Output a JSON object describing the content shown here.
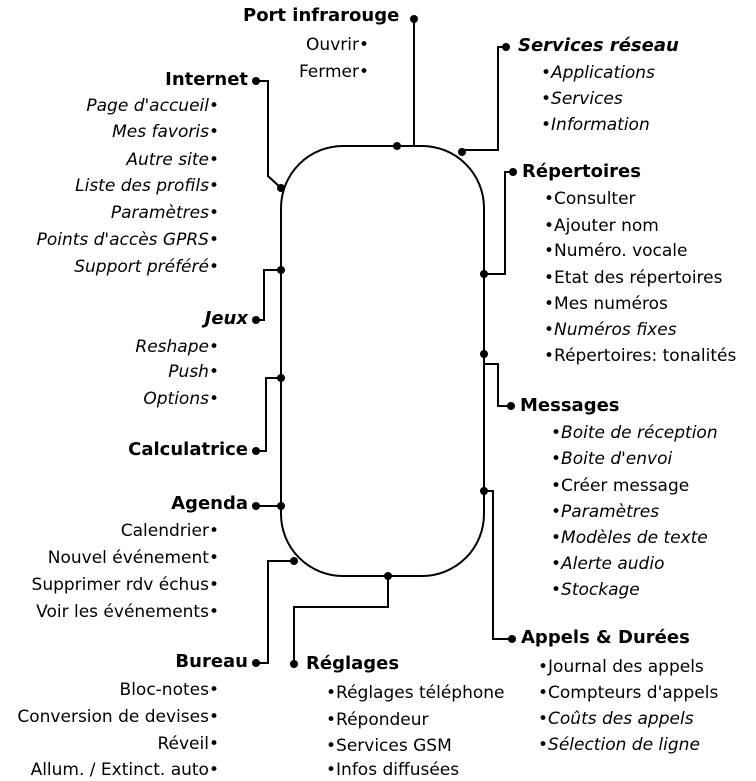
{
  "port": {
    "title": "Port infrarouge",
    "items": [
      {
        "label": "Ouvrir",
        "bullet": "•"
      },
      {
        "label": "Fermer",
        "bullet": "•"
      }
    ]
  },
  "internet": {
    "title": "Internet",
    "items": [
      {
        "label": "Page d'accueil",
        "bullet": "•"
      },
      {
        "label": "Mes favoris",
        "bullet": "•"
      },
      {
        "label": "Autre site",
        "bullet": "•"
      },
      {
        "label": "Liste des profils",
        "bullet": "•"
      },
      {
        "label": "Paramètres",
        "bullet": "•"
      },
      {
        "label": "Points d'accès GPRS",
        "bullet": "•"
      },
      {
        "label": "Support préféré",
        "bullet": "•"
      }
    ]
  },
  "jeux": {
    "title": "Jeux",
    "items": [
      {
        "label": "Reshape",
        "bullet": "•"
      },
      {
        "label": "Push",
        "bullet": "•"
      },
      {
        "label": "Options",
        "bullet": "•"
      }
    ]
  },
  "calculatrice": {
    "title": "Calculatrice"
  },
  "agenda": {
    "title": "Agenda",
    "items": [
      {
        "label": "Calendrier",
        "bullet": "•"
      },
      {
        "label": "Nouvel événement",
        "bullet": "•"
      },
      {
        "label": "Supprimer rdv échus",
        "bullet": "•"
      },
      {
        "label": "Voir les événements",
        "bullet": "•"
      }
    ]
  },
  "bureau": {
    "title": "Bureau",
    "items": [
      {
        "label": "Bloc-notes",
        "bullet": "•"
      },
      {
        "label": "Conversion de devises",
        "bullet": "•"
      },
      {
        "label": "Réveil",
        "bullet": "•"
      },
      {
        "label": "Allum. / Extinct. auto",
        "bullet": "•"
      }
    ]
  },
  "reglages": {
    "title": "Réglages",
    "items": [
      {
        "bullet": "•",
        "label": "Réglages téléphone"
      },
      {
        "bullet": "•",
        "label": "Répondeur"
      },
      {
        "bullet": "•",
        "label": "Services GSM"
      },
      {
        "bullet": "•",
        "label": "Infos diffusées"
      }
    ]
  },
  "services": {
    "title": "Services réseau",
    "items": [
      {
        "bullet": "•",
        "label": "Applications"
      },
      {
        "bullet": "•",
        "label": "Services"
      },
      {
        "bullet": "•",
        "label": "Information"
      }
    ]
  },
  "repertoires": {
    "title": "Répertoires",
    "items": [
      {
        "bullet": "•",
        "label": "Consulter"
      },
      {
        "bullet": "•",
        "label": "Ajouter nom"
      },
      {
        "bullet": "•",
        "label": "Numéro. vocale"
      },
      {
        "bullet": "•",
        "label": "Etat des répertoires"
      },
      {
        "bullet": "•",
        "label": "Mes numéros"
      },
      {
        "bullet": "•",
        "label": "Numéros fixes"
      },
      {
        "bullet": "•",
        "label": "Répertoires: tonalités"
      }
    ]
  },
  "messages": {
    "title": "Messages",
    "items": [
      {
        "bullet": "•",
        "label": "Boite de réception"
      },
      {
        "bullet": "•",
        "label": "Boite d'envoi"
      },
      {
        "bullet": "•",
        "label": "Créer message"
      },
      {
        "bullet": "•",
        "label": "Paramètres"
      },
      {
        "bullet": "•",
        "label": "Modèles de texte"
      },
      {
        "bullet": "•",
        "label": "Alerte audio"
      },
      {
        "bullet": "•",
        "label": "Stockage"
      }
    ]
  },
  "appels": {
    "title": "Appels & Durées",
    "items": [
      {
        "bullet": "•",
        "label": "Journal des appels"
      },
      {
        "bullet": "•",
        "label": "Compteurs d'appels"
      },
      {
        "bullet": "•",
        "label": "Coûts des appels"
      },
      {
        "bullet": "•",
        "label": "Sélection de ligne"
      }
    ]
  }
}
